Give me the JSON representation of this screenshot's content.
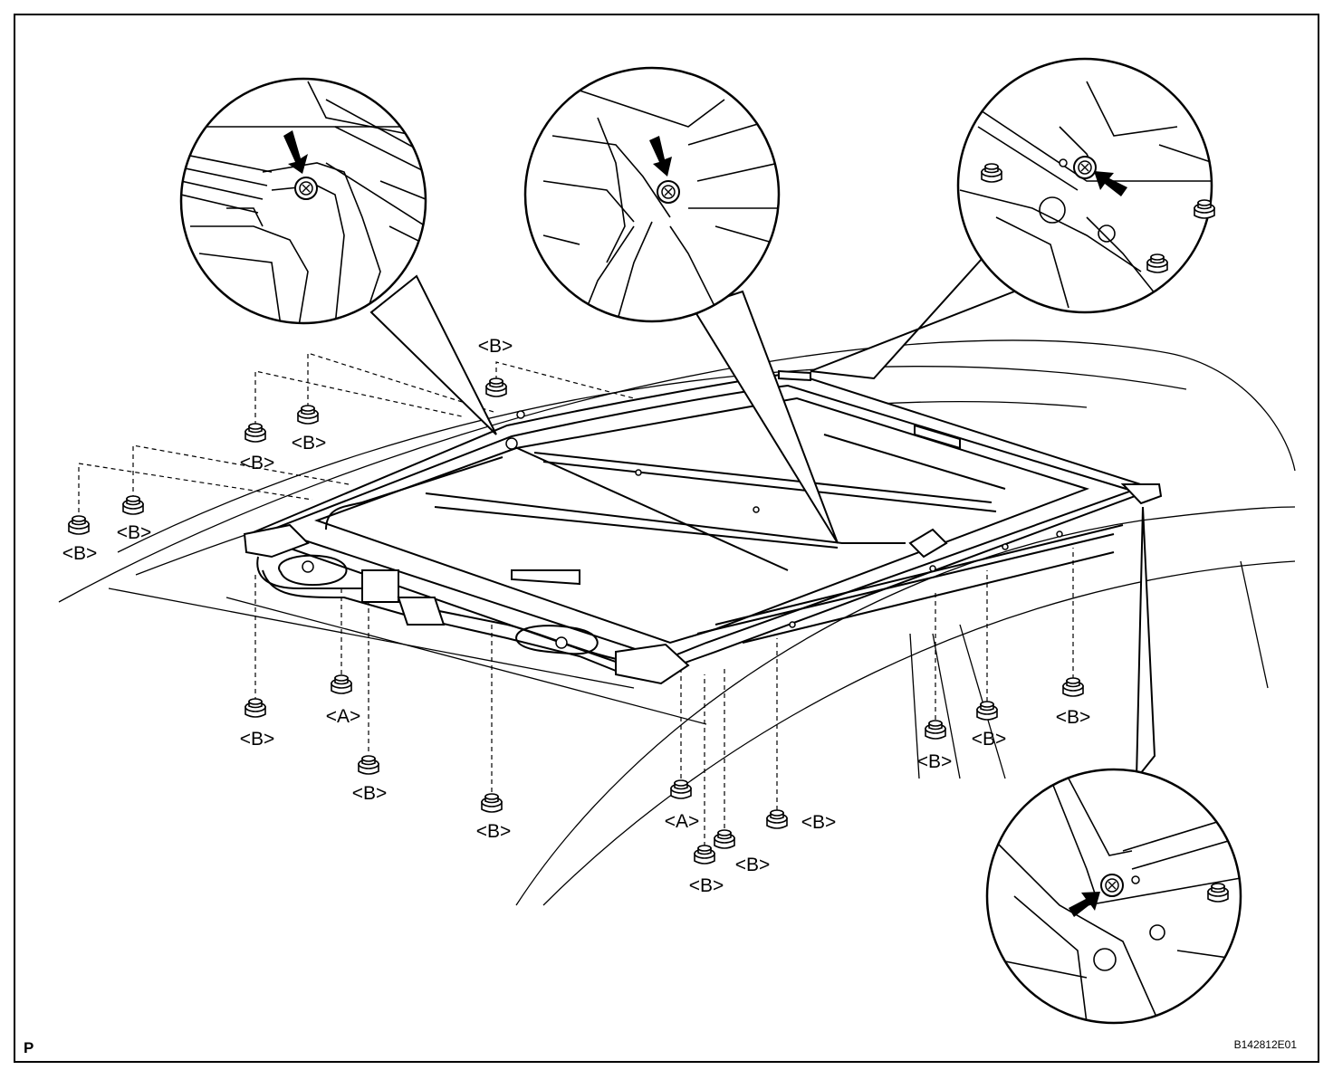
{
  "corner_letter": "P",
  "figure_code": "B142812E01",
  "fastener_labels": [
    {
      "id": "b-top",
      "text": "<B>"
    },
    {
      "id": "b-left-1",
      "text": "<B>"
    },
    {
      "id": "b-left-2",
      "text": "<B>"
    },
    {
      "id": "b-left-3",
      "text": "<B>"
    },
    {
      "id": "b-left-4",
      "text": "<B>"
    },
    {
      "id": "b-bottom-1",
      "text": "<B>"
    },
    {
      "id": "a-bottom-1",
      "text": "<A>"
    },
    {
      "id": "b-bottom-2",
      "text": "<B>"
    },
    {
      "id": "b-bottom-3",
      "text": "<B>"
    },
    {
      "id": "a-bottom-2",
      "text": "<A>"
    },
    {
      "id": "b-bottom-4",
      "text": "<B>"
    },
    {
      "id": "b-bottom-5",
      "text": "<B>"
    },
    {
      "id": "b-bottom-6",
      "text": "<B>"
    },
    {
      "id": "b-right-1",
      "text": "<B>"
    },
    {
      "id": "b-right-2",
      "text": "<B>"
    },
    {
      "id": "b-right-3",
      "text": "<B>"
    }
  ],
  "colors": {
    "line": "#000000",
    "background": "#ffffff"
  },
  "icons": [
    "nut-icon",
    "bolt-icon",
    "arrow-icon"
  ]
}
